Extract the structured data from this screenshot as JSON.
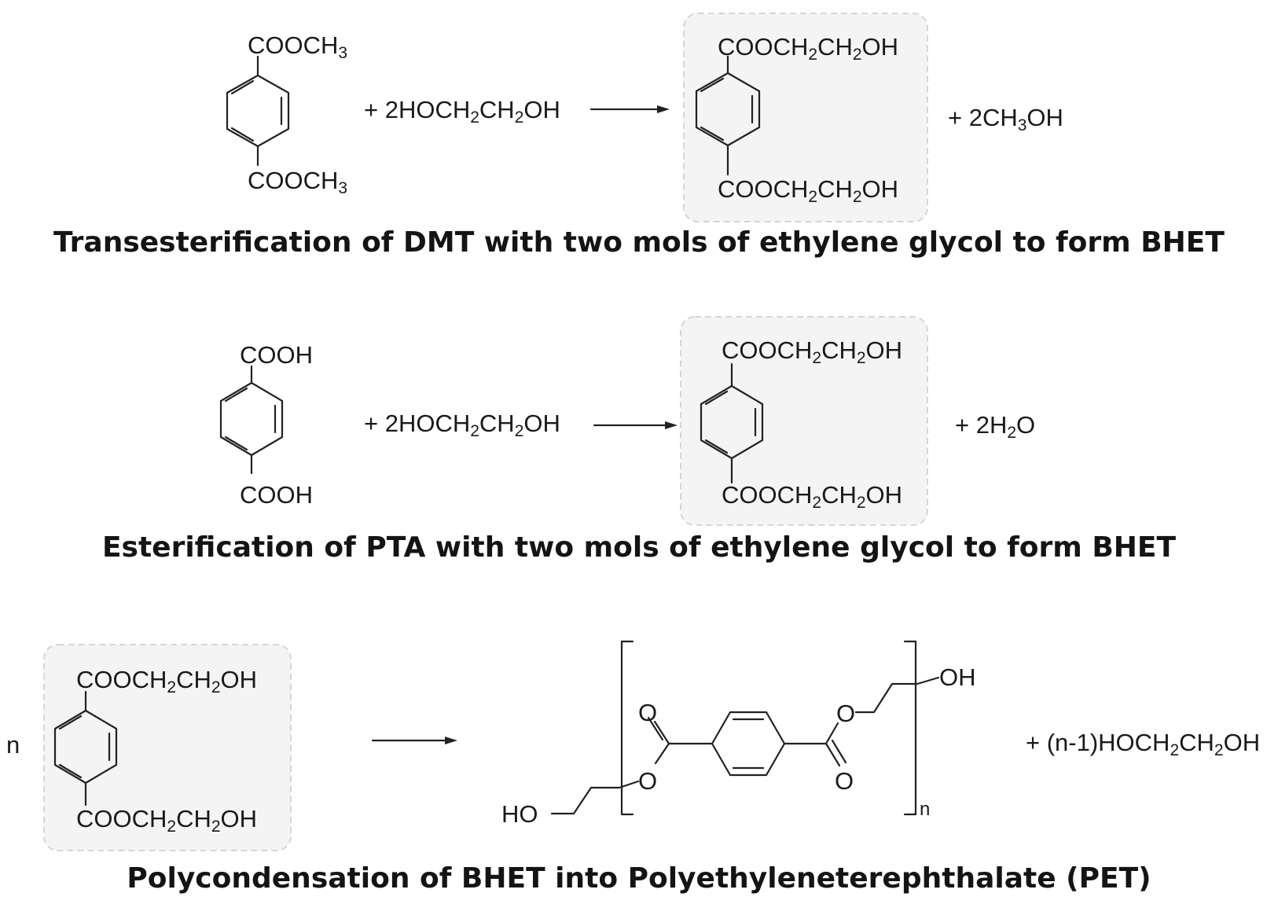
{
  "reactions": [
    {
      "reactant_top": "COOCH3",
      "reactant_bottom": "COOCH3",
      "reagent": "+ 2HOCH2CH2OH",
      "product_top": "COOCH2CH2OH",
      "product_bottom": "COOCH2CH2OH",
      "byproduct": "+ 2CH3OH",
      "caption": "Transesterification of DMT with two mols of ethylene glycol to form BHET"
    },
    {
      "reactant_top": "COOH",
      "reactant_bottom": "COOH",
      "reagent": "+ 2HOCH2CH2OH",
      "product_top": "COOCH2CH2OH",
      "product_bottom": "COOCH2CH2OH",
      "byproduct": "+  2H2O",
      "caption": "Esterification of PTA with two mols of ethylene glycol to form BHET"
    },
    {
      "coefficient": "n",
      "reactant_top": "COOCH2CH2OH",
      "reactant_bottom": "COOCH2CH2OH",
      "polymer_left_end": "HO",
      "polymer_right_end": "OH",
      "ester_oxygen": "O",
      "carbonyl_oxygen": "O",
      "repeat_subscript": "n",
      "byproduct": "+  (n-1)HOCH2CH2OH",
      "caption": "Polycondensation of BHET into Polyethyleneterephthalate (PET)"
    }
  ],
  "colors": {
    "highlight_fill": "#f4f4f4",
    "highlight_border": "#d6d6d6",
    "bond_stroke": "#222222",
    "text": "#1a1a1a"
  }
}
